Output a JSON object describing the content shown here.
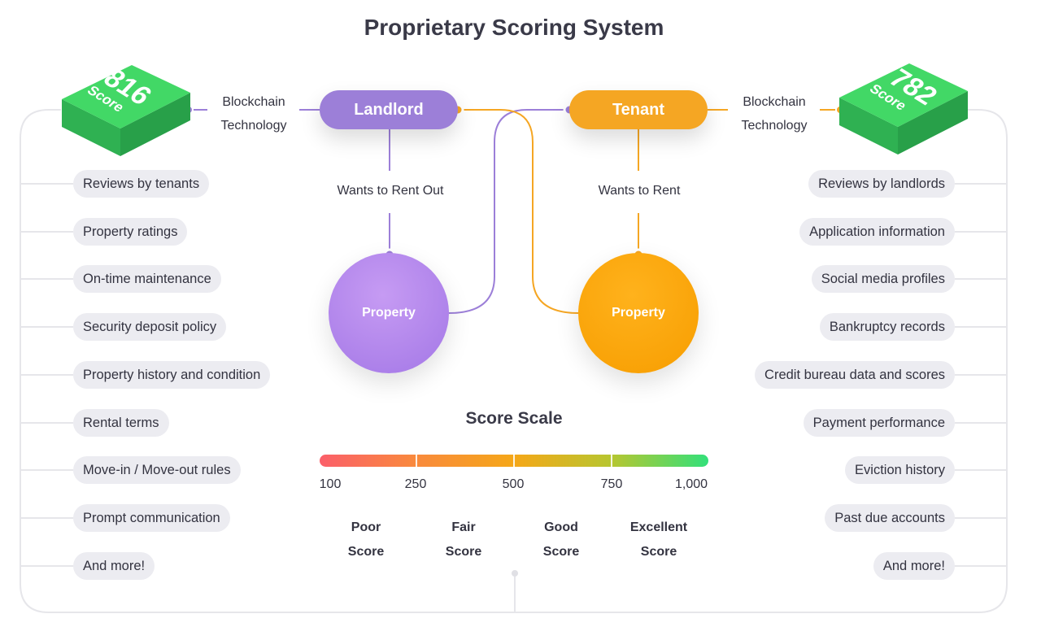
{
  "title": "Proprietary Scoring System",
  "landlord": {
    "score": "816",
    "score_label": "Score",
    "tech_line1": "Blockchain",
    "tech_line2": "Technology",
    "node_label": "Landlord",
    "intent": "Wants to Rent Out",
    "property": "Property",
    "factors": [
      "Reviews by tenants",
      "Property ratings",
      "On-time maintenance",
      "Security deposit policy",
      "Property history and condition",
      "Rental terms",
      "Move-in / Move-out rules",
      "Prompt communication",
      "And more!"
    ]
  },
  "tenant": {
    "score": "782",
    "score_label": "Score",
    "tech_line1": "Blockchain",
    "tech_line2": "Technology",
    "node_label": "Tenant",
    "intent": "Wants to Rent",
    "property": "Property",
    "factors": [
      "Reviews by landlords",
      "Application information",
      "Social media profiles",
      "Bankruptcy records",
      "Credit bureau data and scores",
      "Payment performance",
      "Eviction history",
      "Past due accounts",
      "And more!"
    ]
  },
  "scale": {
    "title": "Score Scale",
    "ticks": [
      "100",
      "250",
      "500",
      "750",
      "1,000"
    ],
    "categories": [
      {
        "line1": "Poor",
        "line2": "Score"
      },
      {
        "line1": "Fair",
        "line2": "Score"
      },
      {
        "line1": "Good",
        "line2": "Score"
      },
      {
        "line1": "Excellent",
        "line2": "Score"
      }
    ]
  },
  "colors": {
    "landlord": "#9c7fd8",
    "tenant": "#f5a623",
    "cube_green": "#3ecf62",
    "pill_bg": "#ececf1"
  }
}
